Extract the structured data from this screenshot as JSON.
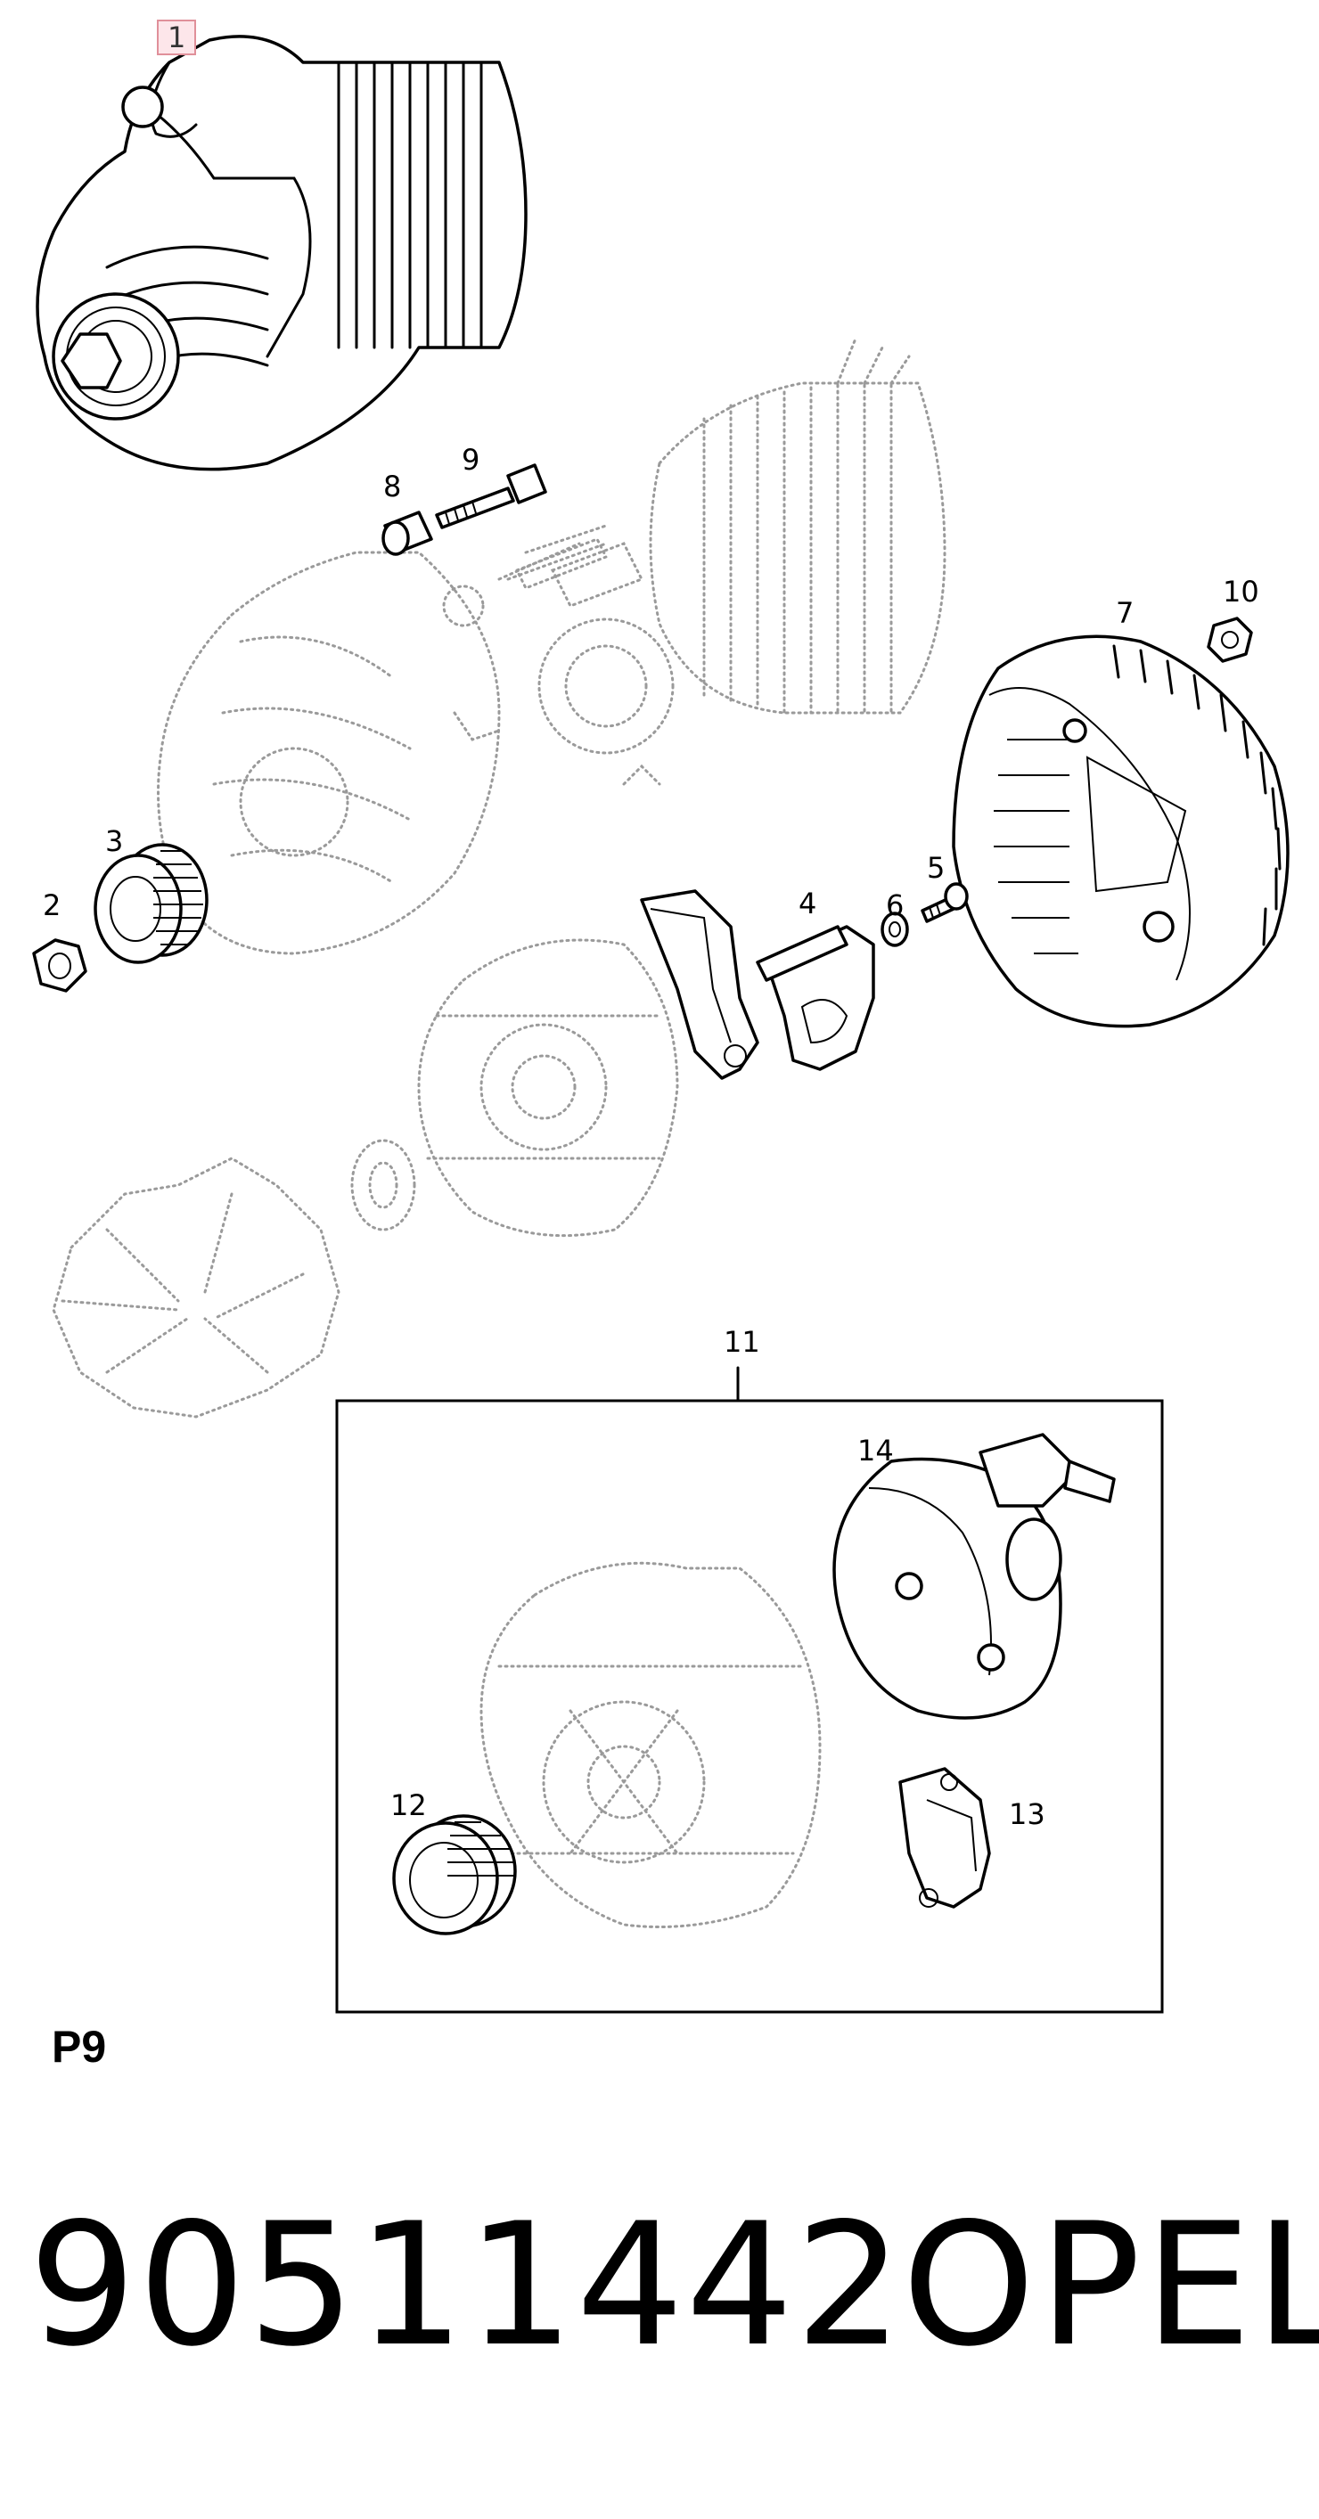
{
  "callouts": [
    {
      "id": "1",
      "label": "1",
      "highlight": true
    },
    {
      "id": "2",
      "label": "2"
    },
    {
      "id": "3",
      "label": "3"
    },
    {
      "id": "4",
      "label": "4"
    },
    {
      "id": "5",
      "label": "5"
    },
    {
      "id": "6",
      "label": "6"
    },
    {
      "id": "7",
      "label": "7"
    },
    {
      "id": "8",
      "label": "8"
    },
    {
      "id": "9",
      "label": "9"
    },
    {
      "id": "10",
      "label": "10"
    },
    {
      "id": "11",
      "label": "11"
    },
    {
      "id": "12",
      "label": "12"
    },
    {
      "id": "13",
      "label": "13"
    },
    {
      "id": "14",
      "label": "14"
    }
  ],
  "sheet_label": "P9",
  "part_number": "90511442",
  "brand": "OPEL",
  "colors": {
    "line": "#000000",
    "ghost": "#9a9a9a",
    "highlight_border": "#e0909a",
    "highlight_fill": "#fde6ea"
  }
}
